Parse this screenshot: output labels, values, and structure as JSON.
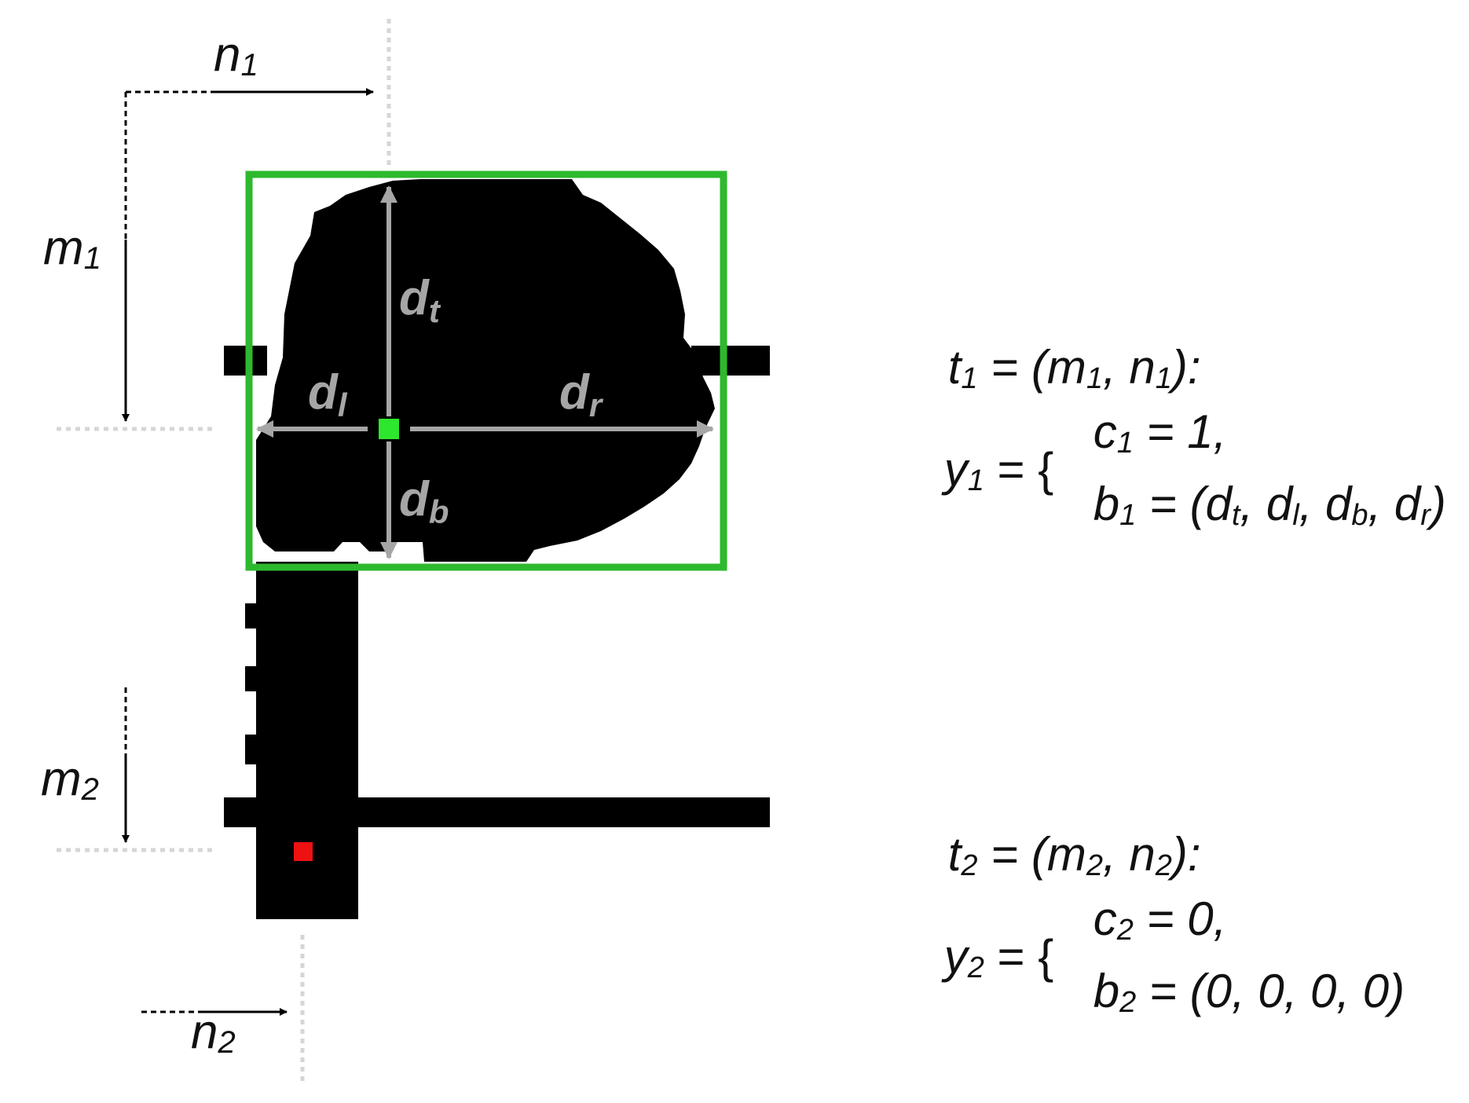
{
  "colors": {
    "foreground": "#000000",
    "background": "#ffffff",
    "bbox_green": "#2db92d",
    "center_green": "#2ee62e",
    "red_marker": "#ee1111",
    "arrow_gray": "#a6a6a6",
    "guide_gray": "#d6d6d6"
  },
  "labels": {
    "n1": {
      "base": "n",
      "sub": "1"
    },
    "m1": {
      "base": "m",
      "sub": "1"
    },
    "m2": {
      "base": "m",
      "sub": "2"
    },
    "n2": {
      "base": "n",
      "sub": "2"
    },
    "dt": {
      "base": "d",
      "sub": "t"
    },
    "dl": {
      "base": "d",
      "sub": "l"
    },
    "dr": {
      "base": "d",
      "sub": "r"
    },
    "db": {
      "base": "d",
      "sub": "b"
    }
  },
  "equations": {
    "t1": {
      "lhs_base": "t",
      "lhs_sub": "1",
      "rhs_pre": " = (m",
      "rhs_sub1": "1",
      "rhs_mid": ", n",
      "rhs_sub2": "1",
      "rhs_post": "):"
    },
    "y1": {
      "base": "y",
      "sub": "1",
      "eq": " = {"
    },
    "c1": {
      "base": "c",
      "sub": "1",
      "rest": " = 1,"
    },
    "b1": {
      "base": "b",
      "sub": "1",
      "pre": " = (d",
      "s1": "t",
      "m1": ", d",
      "s2": "l",
      "m2": ", d",
      "s3": "b",
      "m3": ", d",
      "s4": "r",
      "post": ")"
    },
    "t2": {
      "lhs_base": "t",
      "lhs_sub": "2",
      "rhs_pre": " = (m",
      "rhs_sub1": "2",
      "rhs_mid": ", n",
      "rhs_sub2": "2",
      "rhs_post": "):"
    },
    "y2": {
      "base": "y",
      "sub": "2",
      "eq": " = {"
    },
    "c2": {
      "base": "c",
      "sub": "2",
      "rest": " = 0,"
    },
    "b2": {
      "base": "b",
      "sub": "2",
      "rest": " = (0, 0, 0, 0)"
    }
  }
}
